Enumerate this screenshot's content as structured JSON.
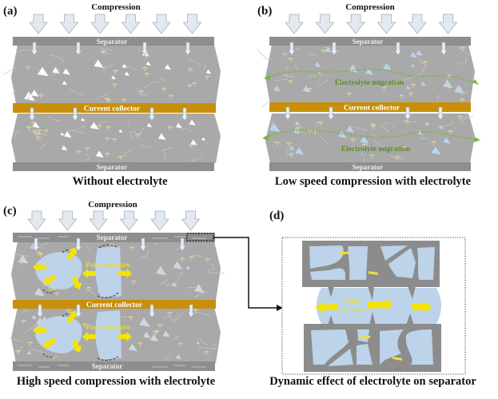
{
  "panels": {
    "a": {
      "label": "(a)",
      "compression": "Compression",
      "separator_top": "Separator",
      "current_collector": "Current collector",
      "separator_bottom": "Separator",
      "caption": "Without electrolyte"
    },
    "b": {
      "label": "(b)",
      "compression": "Compression",
      "separator_top": "Separator",
      "migration_upper": "Electrolyte migration",
      "current_collector": "Current collector",
      "migration_lower": "Electrolyte migration",
      "separator_bottom": "Separator",
      "caption": "Low speed compression with electrolyte"
    },
    "c": {
      "label": "(c)",
      "compression": "Compression",
      "separator_top": "Separator",
      "pore_pressure_upper": "Pore pressure",
      "current_collector": "Current collector",
      "pore_pressure_lower": "Pore pressure",
      "separator_bottom": "Separator",
      "caption": "High speed compression with electrolyte"
    },
    "d": {
      "label": "(d)",
      "pore_line1": "Pore",
      "pore_line2": "pressure",
      "caption": "Dynamic effect of electrolyte on separator"
    }
  },
  "colors": {
    "particle": "#a9a9a9",
    "separator": "#8e8e8e",
    "collector": "#c8900a",
    "electrolyte": "#bcd3ea",
    "binder": "#e8dca0",
    "arrow_fill": "#e4e9ef",
    "arrow_stroke": "#9fb0c4",
    "migration": "#7ab648",
    "pore_arrow": "#f5e400",
    "text_green": "#5a8a2a",
    "text_yellow": "#f0e030"
  }
}
